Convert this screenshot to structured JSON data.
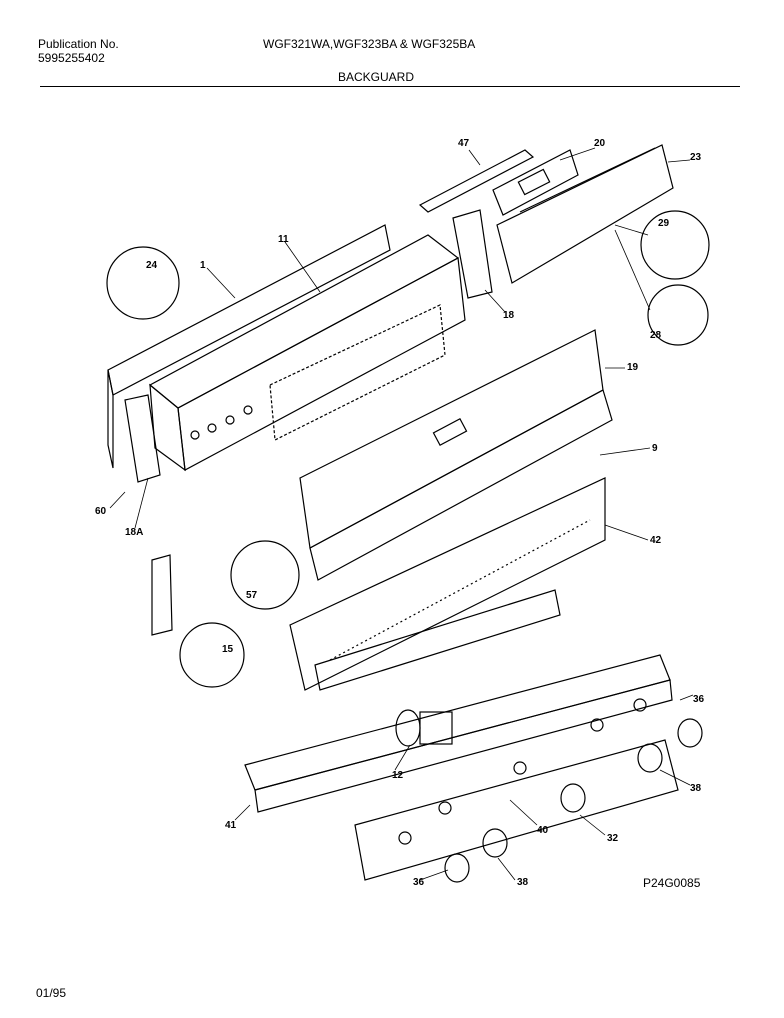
{
  "header": {
    "publication_label": "Publication No.",
    "publication_number": "5995255402",
    "models": "WGF321WA,WGF323BA & WGF325BA",
    "section_title": "BACKGUARD"
  },
  "footer": {
    "date": "01/95",
    "drawing_id": "P24G0085"
  },
  "callouts": {
    "c1": "1",
    "c11": "11",
    "c24": "24",
    "c47": "47",
    "c20": "20",
    "c23": "23",
    "c29": "29",
    "c28": "28",
    "c18": "18",
    "c19": "19",
    "c9": "9",
    "c42": "42",
    "c60": "60",
    "c18a": "18A",
    "c57": "57",
    "c15": "15",
    "c12": "12",
    "c41": "41",
    "c40": "40",
    "c32": "32",
    "c36a": "36",
    "c38a": "38",
    "c36b": "36",
    "c38b": "38"
  }
}
